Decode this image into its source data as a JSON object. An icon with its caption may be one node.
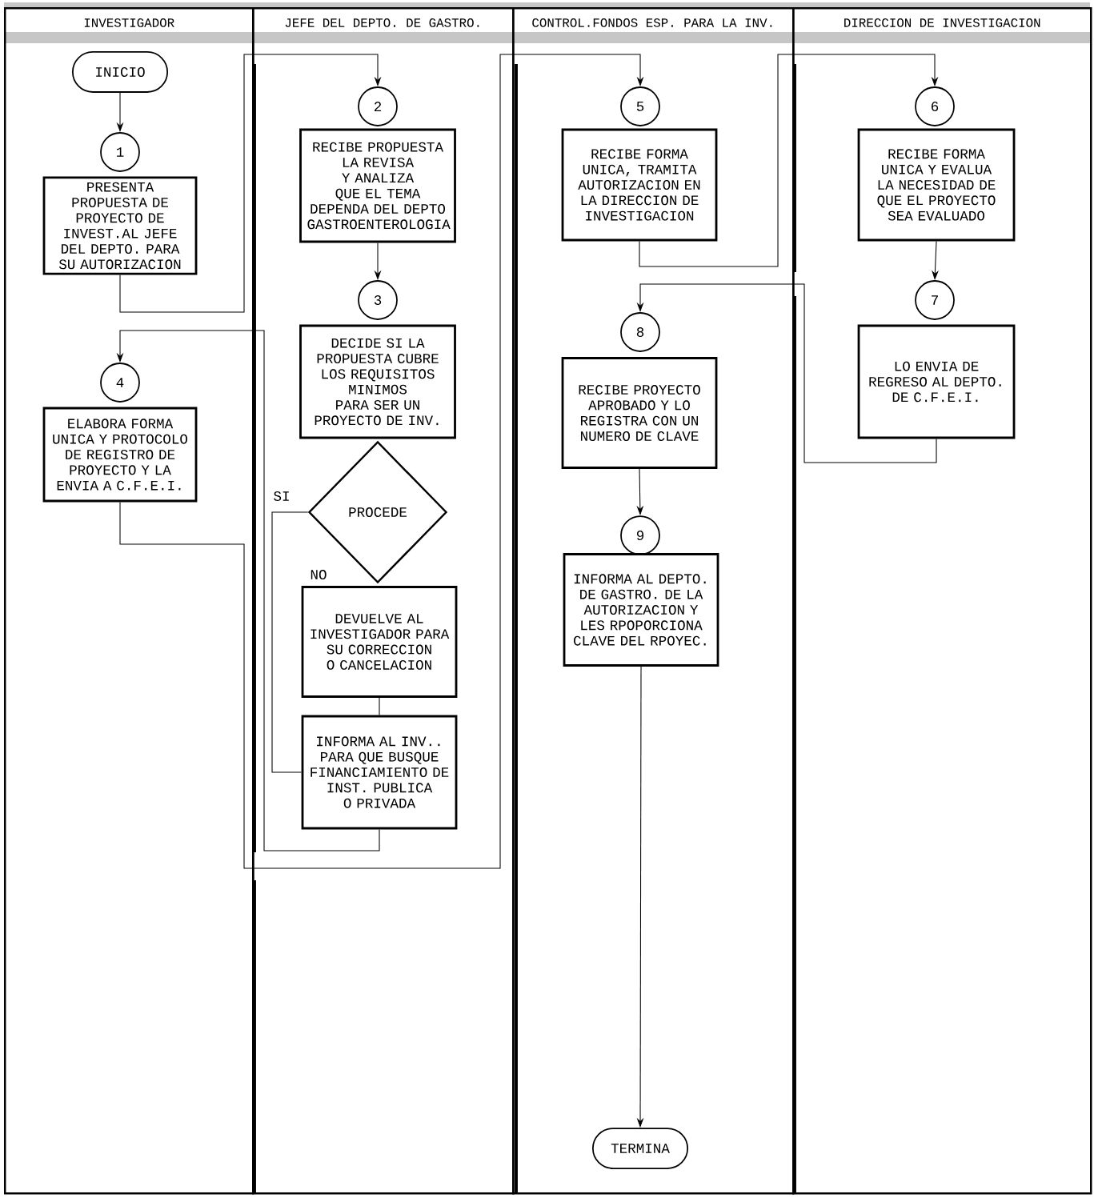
{
  "diagram": {
    "nodes": [
      {
        "text": [
          "INVESTIGADOR"
        ]
      },
      {
        "text": [
          "JEFE DEL DEPTO. DE GASTRO."
        ]
      },
      {
        "text": [
          "CONTROL.FONDOS ESP. PARA LA INV."
        ]
      },
      {
        "text": [
          "DIRECCION DE INVESTIGACION"
        ]
      },
      {
        "text": [
          "INICIO"
        ],
        "in": 0
      },
      {
        "text": [
          "1"
        ],
        "in": 0
      },
      {
        "text": [
          "PRESENTA PROPUESTA DE PROYECTO DE INVEST.AL JEFE DEL DEPTO. PARA SU AUTORIZACION"
        ],
        "in": 0
      },
      {
        "text": [
          "4"
        ],
        "in": 0
      },
      {
        "text": [
          "ELABORA FORMA UNICA Y PROTOCOLO DE REGISTRO DE PROYECTO Y LA ENVIA A C.F.E.I."
        ],
        "in": 0
      },
      {
        "text": [
          "2"
        ],
        "in": 1
      },
      {
        "text": [
          "RECIBE PROPUESTA LA REVISA Y ANALIZA QUE EL TEMA DEPENDA DEL DEPTO GASTROENTEROLOGIA"
        ],
        "in": 1
      },
      {
        "text": [
          "3"
        ],
        "in": 1
      },
      {
        "text": [
          "DECIDE SI LA PROPUESTA CUBRE LOS REQUISITOS MINIMOS PARA SER UN PROYECTO DE INV."
        ],
        "in": 1
      },
      {
        "text": [
          "PROCEDE"
        ],
        "in": 1
      },
      {
        "text": [
          "DEVUELVE AL INVESTIGADOR PARA SU CORRECCION O CANCELACION"
        ],
        "in": 1
      },
      {
        "text": [
          "INFORMA AL INV.. PARA QUE BUSQUE FINANCIAMIENTO DE INST. PUBLICA O PRIVADA"
        ],
        "in": 1
      },
      {
        "text": [
          "5"
        ],
        "in": 2
      },
      {
        "text": [
          "RECIBE FORMA UNICA, TRAMITA AUTORIZACION EN LA DIRECCION DE INVESTIGACION"
        ],
        "in": 2
      },
      {
        "text": [
          "8"
        ],
        "in": 2
      },
      {
        "text": [
          "RECIBE PROYECTO APROBADO Y LO REGISTRA CON UN NUMERO DE CLAVE"
        ],
        "in": 2
      },
      {
        "text": [
          "9"
        ],
        "in": 2
      },
      {
        "text": [
          "INFORMA AL DEPTO. DE GASTRO. DE LA AUTORIZACION Y LES RPOPORCIONA CLAVE DEL RPOYEC."
        ],
        "in": 2
      },
      {
        "text": [
          "TERMINA"
        ],
        "in": 2
      },
      {
        "text": [
          "6"
        ],
        "in": 3
      },
      {
        "text": [
          "RECIBE FORMA UNICA Y EVALUA LA NECESIDAD DE QUE EL PROYECTO SEA EVALUADO"
        ],
        "in": 3
      },
      {
        "text": [
          "7"
        ],
        "in": 3
      },
      {
        "text": [
          "LO ENVIA DE REGRESO AL DEPTO. DE C.F.E.I."
        ],
        "in": 3
      }
    ],
    "edges": [
      {
        "from": 4,
        "to": 5,
        "arrow": "to"
      },
      {
        "from": 6,
        "to": 9,
        "arrow": "to"
      },
      {
        "from": 10,
        "to": 11,
        "arrow": "to"
      },
      {
        "from": 13,
        "to": 15,
        "arrow": "none",
        "label": "SI"
      },
      {
        "from": 14,
        "to": 15,
        "arrow": "none"
      },
      {
        "from": 15,
        "to": 7,
        "arrow": "to"
      },
      {
        "from": 8,
        "to": 16,
        "arrow": "to"
      },
      {
        "from": 17,
        "to": 23,
        "arrow": "to"
      },
      {
        "from": 24,
        "to": 25,
        "arrow": "to"
      },
      {
        "from": 26,
        "to": 18,
        "arrow": "to"
      },
      {
        "from": 19,
        "to": 20,
        "arrow": "to"
      },
      {
        "from": 21,
        "to": 22,
        "arrow": "to"
      }
    ],
    "labels": [
      "NO"
    ]
  }
}
